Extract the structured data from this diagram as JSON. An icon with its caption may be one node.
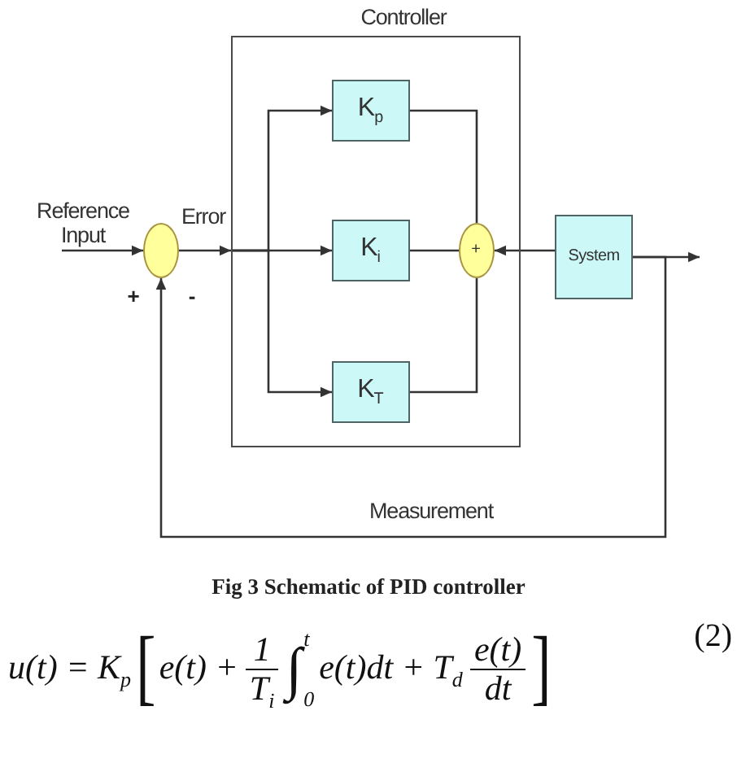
{
  "diagram": {
    "caption": "Fig 3 Schematic of PID controller",
    "nodes": [
      {
        "text": [
          "Controller"
        ]
      },
      {
        "text": [
          "Reference Input"
        ]
      },
      {
        "text": [],
        "shape": "circle",
        "beside": [
          "+",
          "-"
        ]
      },
      {
        "text": [
          "K$_{p}$"
        ],
        "in": 0
      },
      {
        "text": [
          "K$_{i}$"
        ],
        "in": 0
      },
      {
        "text": [
          "K$_{T}$"
        ],
        "in": 0
      },
      {
        "text": [
          "+"
        ],
        "in": 0
      },
      {
        "text": [
          "System"
        ]
      }
    ],
    "edges": [
      {
        "from": 1,
        "to": 2,
        "arrow": "to"
      },
      {
        "from": 2,
        "to": 0,
        "arrow": "to",
        "label": "Error"
      },
      {
        "from": 0,
        "to": 3,
        "arrow": "to"
      },
      {
        "from": 0,
        "to": 4,
        "arrow": "to"
      },
      {
        "from": 0,
        "to": 5,
        "arrow": "to"
      },
      {
        "from": 3,
        "to": 6,
        "arrow": "none"
      },
      {
        "from": 4,
        "to": 6,
        "arrow": "none"
      },
      {
        "from": 5,
        "to": 6,
        "arrow": "none"
      },
      {
        "from": 7,
        "to": 6,
        "arrow": "to"
      },
      {
        "from": 7,
        "to": null,
        "arrow": "to"
      },
      {
        "from": 7,
        "to": 2,
        "arrow": "to",
        "label": "Measurement"
      }
    ],
    "labels": [
      "u(t) = K$_{p}$",
      "[",
      "e(t) +",
      "1",
      "T$_{i}$",
      "∫",
      "t",
      "0",
      "e(t)dt + T$_{d}$",
      "e(t)",
      "dt",
      "]",
      "(2)"
    ]
  }
}
